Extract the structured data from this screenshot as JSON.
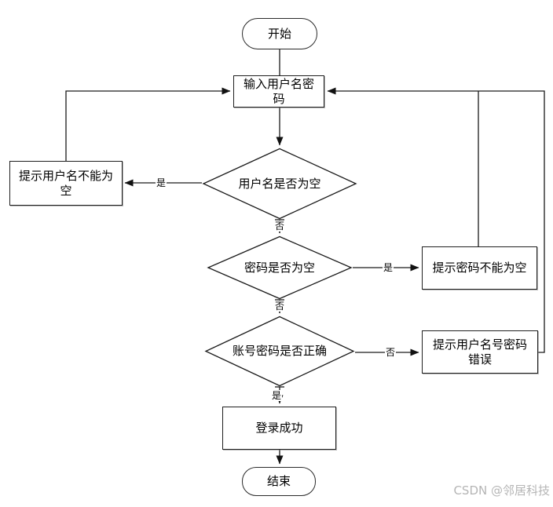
{
  "diagram": {
    "type": "flowchart",
    "background": "#ffffff",
    "line_color": "#1a1a1a",
    "node_fill": "#ffffff",
    "node_border": "#1f1f1f",
    "nodes": {
      "start": {
        "label": "开始",
        "shape": "terminator"
      },
      "input": {
        "label": "输入用户名密码",
        "shape": "process"
      },
      "check_username": {
        "label": "用户名是否为空",
        "shape": "decision"
      },
      "prompt_username_empty": {
        "label": "提示用户名不能为空",
        "shape": "process"
      },
      "check_password": {
        "label": "密码是否为空",
        "shape": "decision"
      },
      "prompt_password_empty": {
        "label": "提示密码不能为空",
        "shape": "process"
      },
      "check_credentials": {
        "label": "账号密码是否正确",
        "shape": "decision"
      },
      "prompt_wrong_credentials": {
        "label": "提示用户名号密码错误",
        "shape": "process"
      },
      "login_success": {
        "label": "登录成功",
        "shape": "process"
      },
      "end": {
        "label": "结束",
        "shape": "terminator"
      }
    },
    "edges": [
      {
        "from": "start",
        "to": "input",
        "label": ""
      },
      {
        "from": "input",
        "to": "check_username",
        "label": ""
      },
      {
        "from": "check_username",
        "to": "prompt_username_empty",
        "label": "是"
      },
      {
        "from": "prompt_username_empty",
        "to": "input",
        "label": ""
      },
      {
        "from": "check_username",
        "to": "check_password",
        "label": "否"
      },
      {
        "from": "check_password",
        "to": "prompt_password_empty",
        "label": "是"
      },
      {
        "from": "prompt_password_empty",
        "to": "input",
        "label": ""
      },
      {
        "from": "check_password",
        "to": "check_credentials",
        "label": "否"
      },
      {
        "from": "check_credentials",
        "to": "prompt_wrong_credentials",
        "label": "否"
      },
      {
        "from": "prompt_wrong_credentials",
        "to": "input",
        "label": ""
      },
      {
        "from": "check_credentials",
        "to": "login_success",
        "label": "是"
      },
      {
        "from": "login_success",
        "to": "end",
        "label": ""
      }
    ]
  },
  "watermark": {
    "text": "CSDN @邻居科技",
    "color": "#b5b5b5"
  }
}
